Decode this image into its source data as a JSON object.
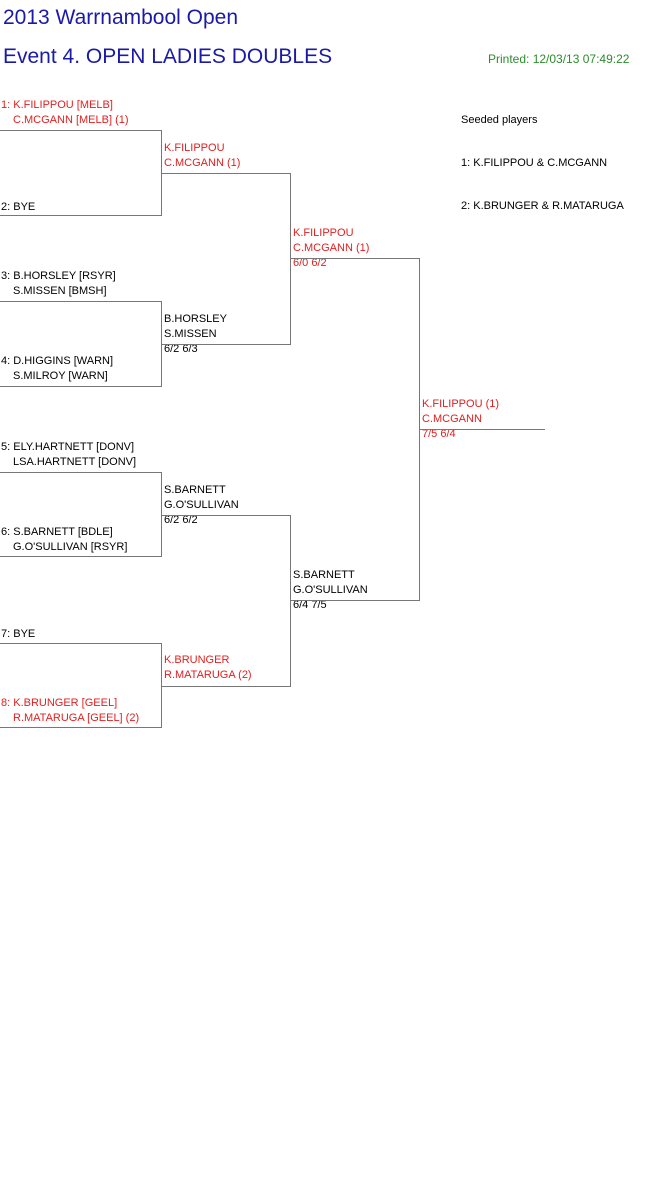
{
  "header": {
    "tournament": "2013 Warrnambool Open",
    "event": "Event 4. OPEN LADIES DOUBLES",
    "printed": "Printed: 12/03/13 07:49:22"
  },
  "colors": {
    "title": "#1a1aa6",
    "seeded": "#e02020",
    "printed": "#2e8b2e",
    "normal": "#000000",
    "line": "#777777"
  },
  "draw": [
    {
      "l1": "1: K.FILIPPOU [MELB]",
      "l2": "C.MCGANN [MELB] (1)"
    },
    {
      "l1": "2: BYE",
      "l2": ""
    },
    {
      "l1": "3: B.HORSLEY [RSYR]",
      "l2": "S.MISSEN [BMSH]"
    },
    {
      "l1": "4: D.HIGGINS [WARN]",
      "l2": "S.MILROY [WARN]"
    },
    {
      "l1": "5: ELY.HARTNETT [DONV]",
      "l2": "LSA.HARTNETT [DONV]"
    },
    {
      "l1": "6: S.BARNETT [BDLE]",
      "l2": "G.O'SULLIVAN [RSYR]"
    },
    {
      "l1": "7: BYE",
      "l2": ""
    },
    {
      "l1": "8: K.BRUNGER [GEEL]",
      "l2": "R.MATARUGA [GEEL] (2)"
    }
  ],
  "round2": [
    {
      "l1": "K.FILIPPOU",
      "l2": "C.MCGANN (1)",
      "score": ""
    },
    {
      "l1": "B.HORSLEY",
      "l2": "S.MISSEN",
      "score": "6/2 6/3"
    },
    {
      "l1": "S.BARNETT",
      "l2": "G.O'SULLIVAN",
      "score": "6/2 6/2"
    },
    {
      "l1": "K.BRUNGER",
      "l2": "R.MATARUGA (2)",
      "score": ""
    }
  ],
  "semis": [
    {
      "l1": "K.FILIPPOU",
      "l2": "C.MCGANN (1)",
      "score": "6/0 6/2"
    },
    {
      "l1": "S.BARNETT",
      "l2": "G.O'SULLIVAN",
      "score": "6/4 7/5"
    }
  ],
  "final": {
    "l1": "K.FILIPPOU (1)",
    "l2": "C.MCGANN",
    "score": "7/5 6/4"
  },
  "seeds": {
    "title": "Seeded players",
    "items": [
      "1: K.FILIPPOU & C.MCGANN",
      "2: K.BRUNGER & R.MATARUGA"
    ]
  }
}
